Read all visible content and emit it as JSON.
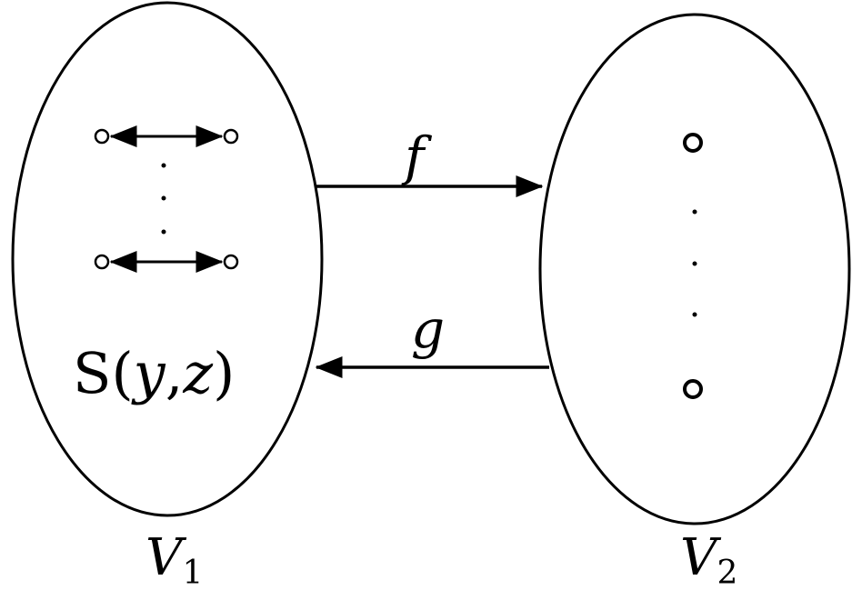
{
  "diagram": {
    "left_set": {
      "name": "V",
      "subscript": "1",
      "expression": {
        "prefix": "S(",
        "var1": "y",
        "sep": ",",
        "var2": "z",
        "suffix": ")"
      }
    },
    "right_set": {
      "name": "V",
      "subscript": "2"
    },
    "maps": {
      "forward": "f",
      "backward": "g"
    },
    "colors": {
      "stroke": "#000000",
      "background": "#ffffff"
    }
  }
}
